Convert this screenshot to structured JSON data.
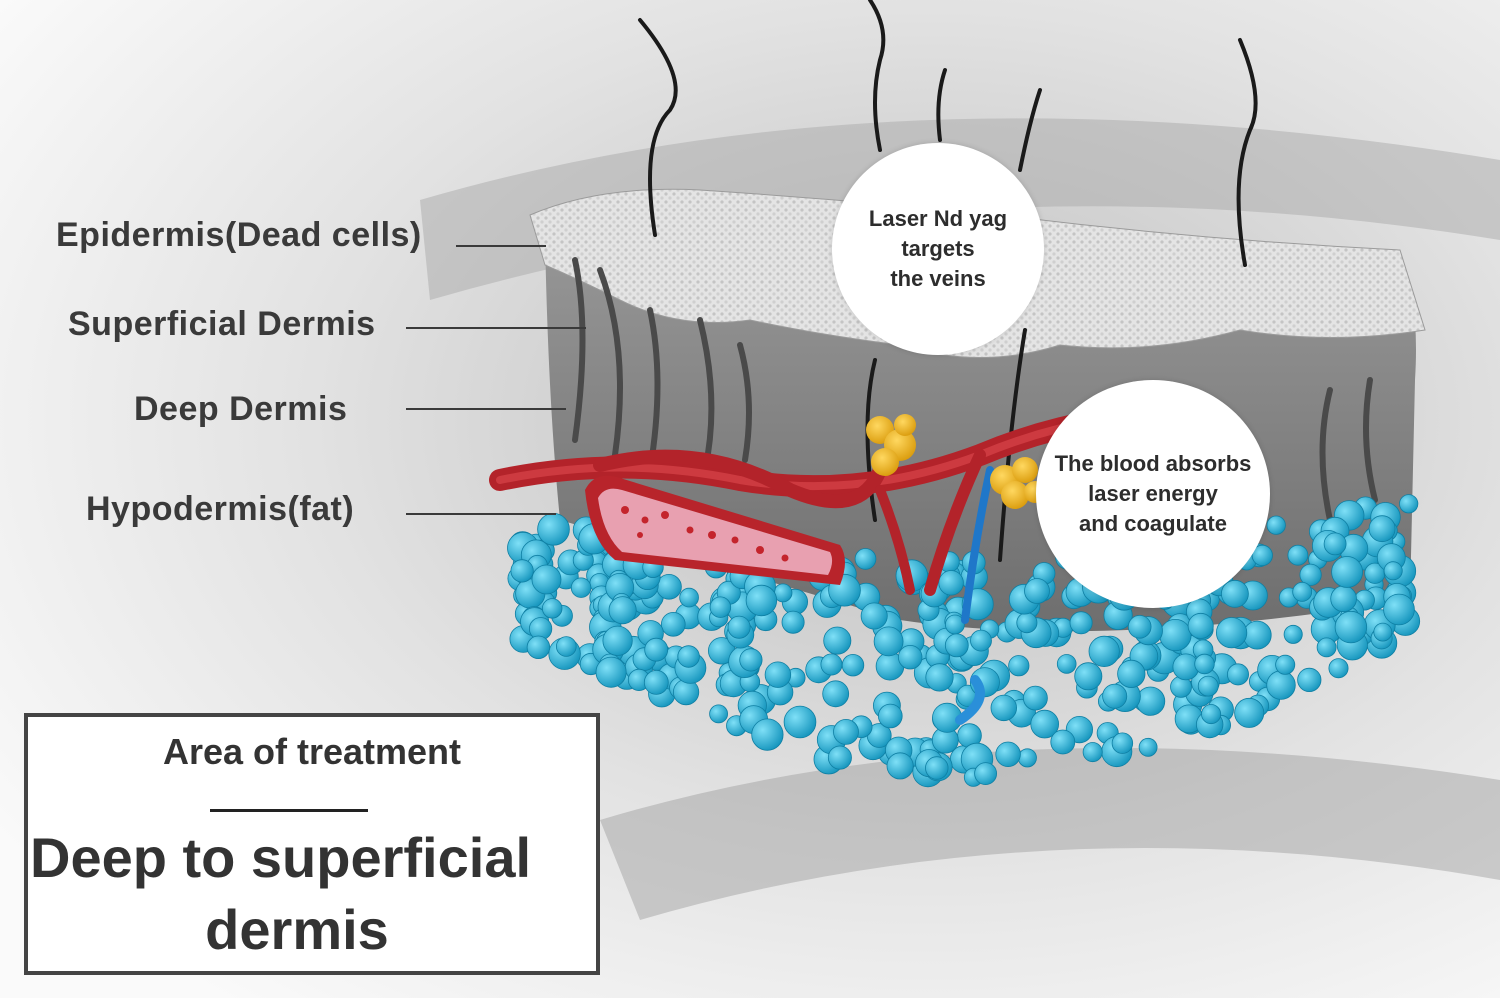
{
  "layers": {
    "epidermis": "Epidermis(Dead cells)",
    "superficial_dermis": "Superficial Dermis",
    "deep_dermis": "Deep Dermis",
    "hypodermis": "Hypodermis(fat)"
  },
  "callouts": {
    "laser": [
      "Laser Nd yag",
      "targets",
      "the veins"
    ],
    "blood": [
      "The blood absorbs",
      "laser energy",
      "and coagulate"
    ]
  },
  "treatment": {
    "heading": "Area of treatment",
    "line1": "Deep to superficial",
    "line2": "dermis"
  },
  "colors": {
    "fat": "#2fb4d8",
    "vessel": "#c0272d",
    "tissue": "#8a8a8a",
    "highlight": "#f0b21c"
  }
}
